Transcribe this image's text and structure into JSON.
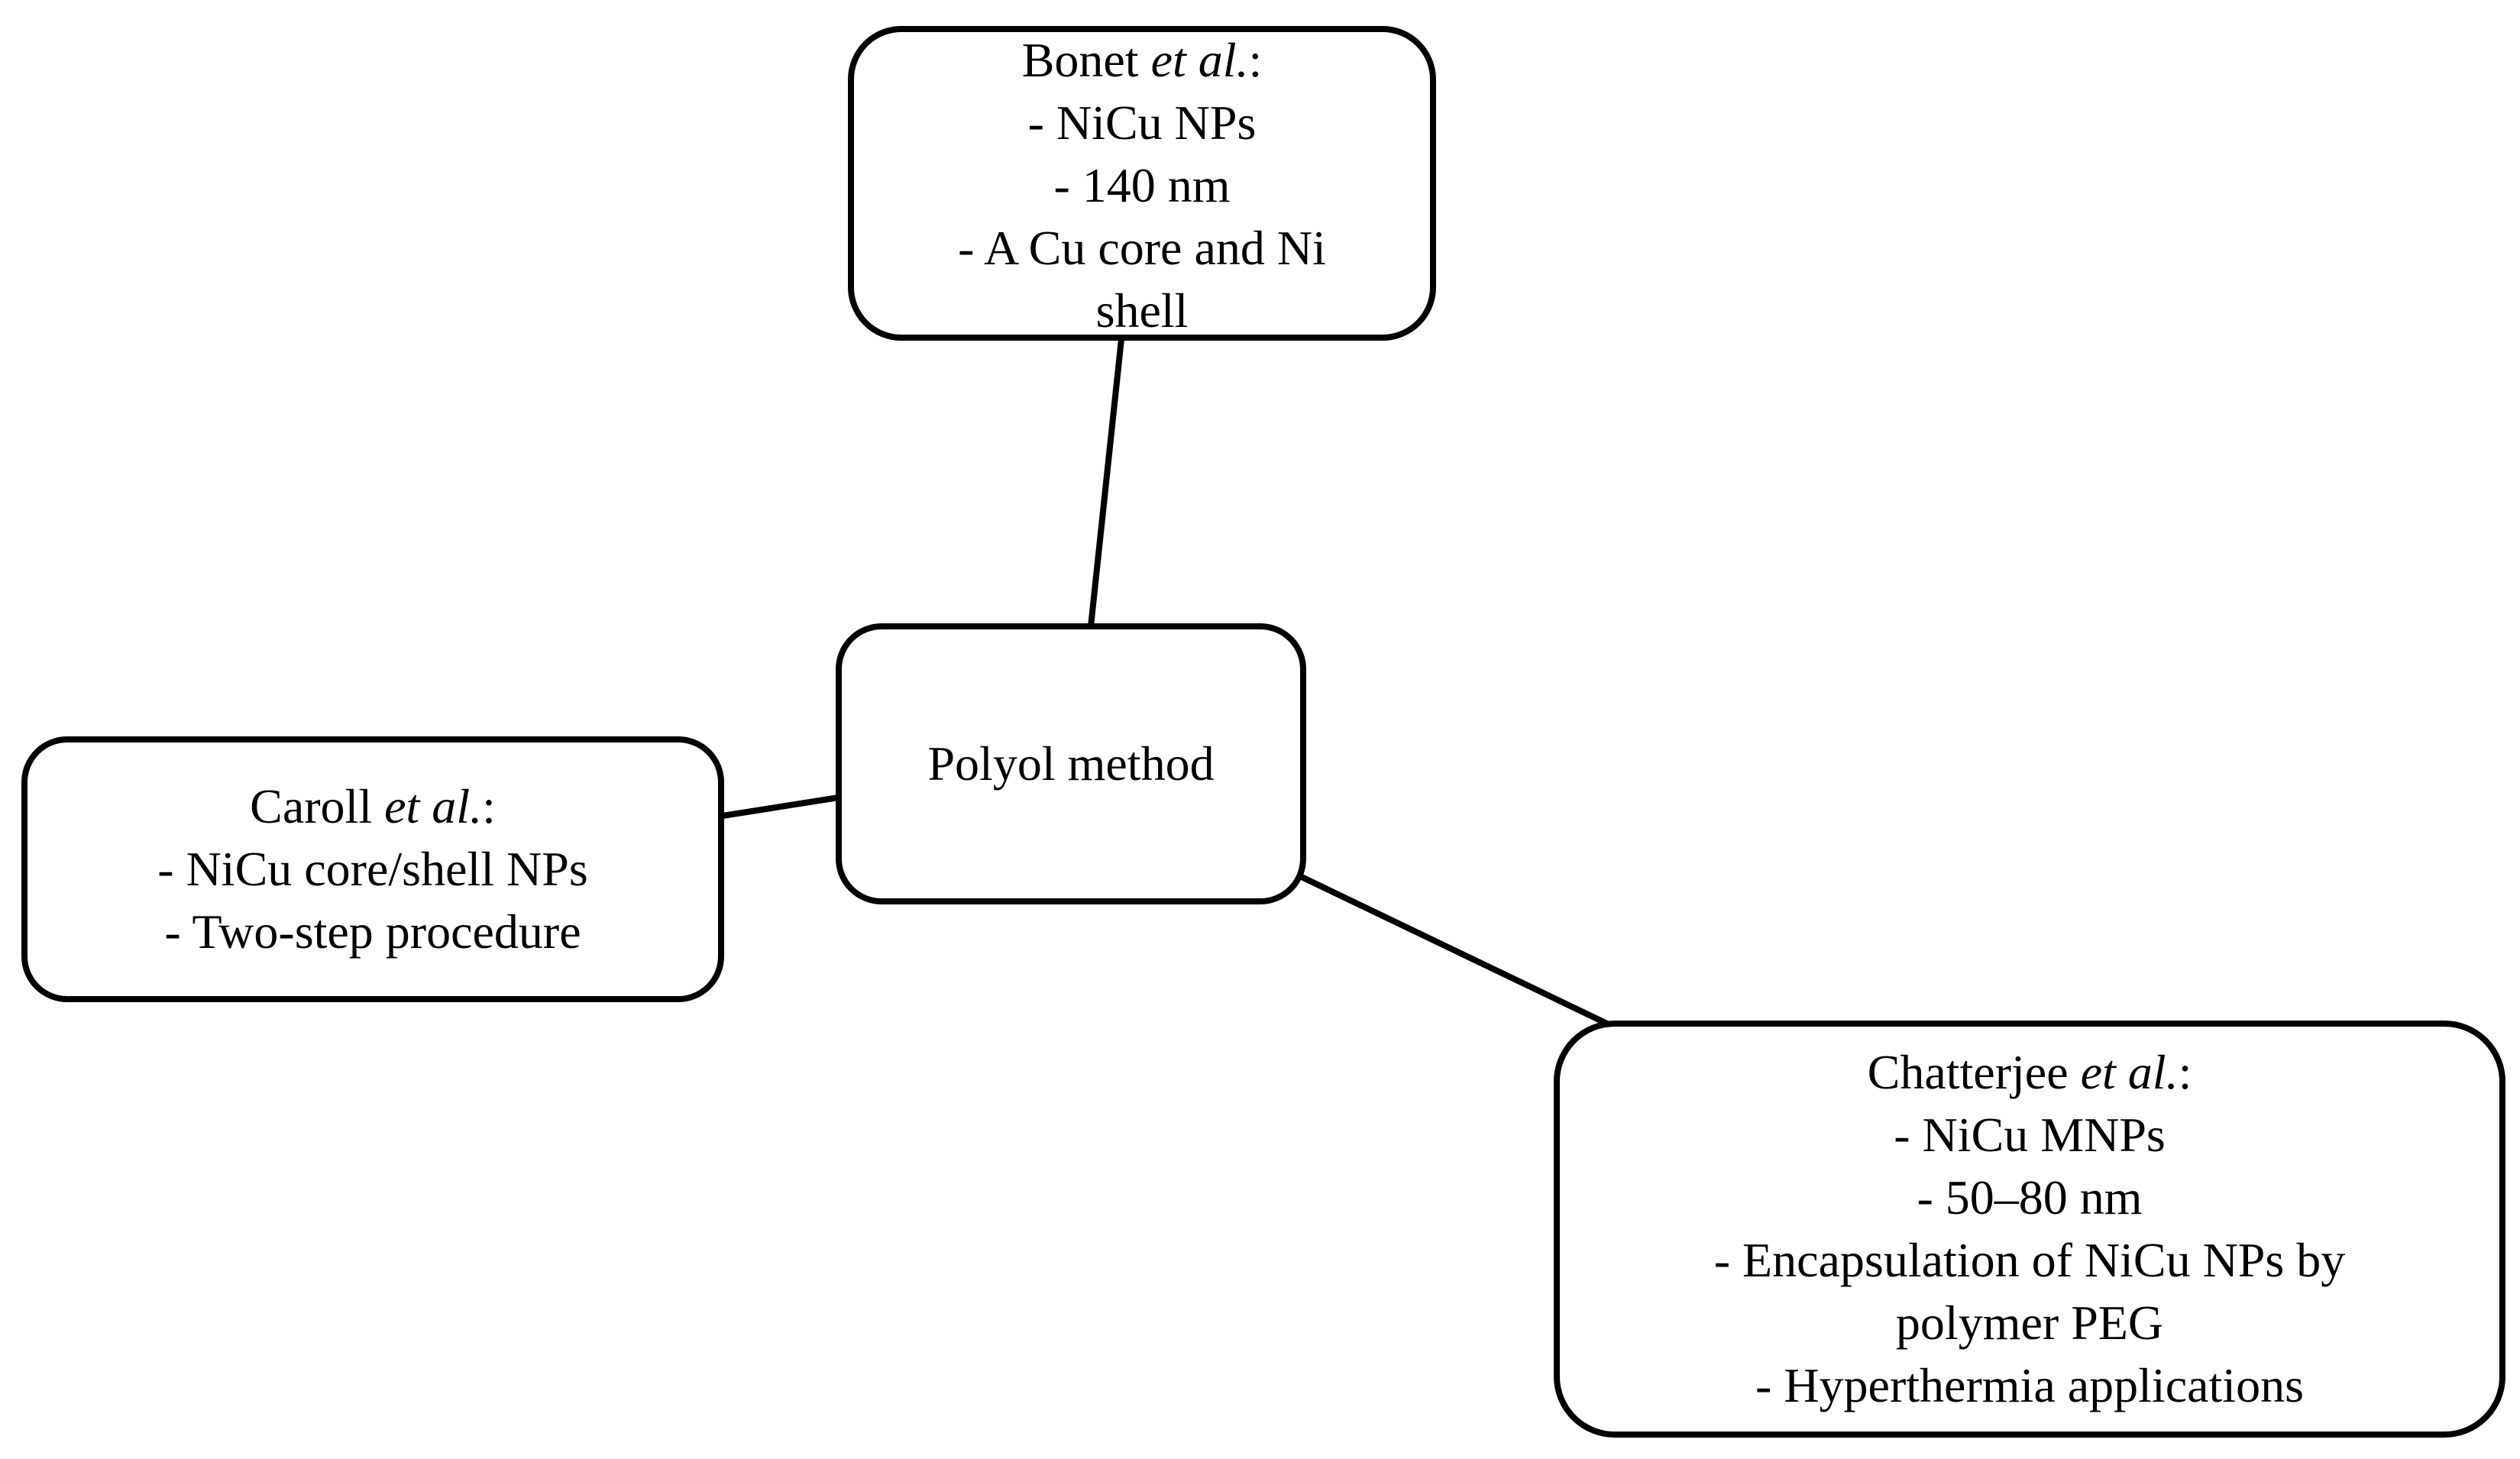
{
  "diagram": {
    "center": {
      "label": "Polyol method"
    },
    "nodes": {
      "bonet": {
        "author": "Bonet ",
        "etal": "et al.",
        "colon": ":",
        "lines": [
          "- NiCu NPs",
          "- 140 nm",
          "- A Cu core and Ni",
          "shell"
        ]
      },
      "caroll": {
        "author": "Caroll ",
        "etal": "et al.",
        "colon": ":",
        "lines": [
          "- NiCu core/shell NPs",
          "- Two-step procedure"
        ]
      },
      "chatterjee": {
        "author": "Chatterjee ",
        "etal": "et al.",
        "colon": ":",
        "lines": [
          "- NiCu MNPs",
          "- 50–80 nm",
          "- Encapsulation of NiCu NPs by",
          "polymer PEG",
          "- Hyperthermia applications"
        ]
      }
    }
  },
  "colors": {
    "stroke": "#000000",
    "background": "#ffffff"
  }
}
